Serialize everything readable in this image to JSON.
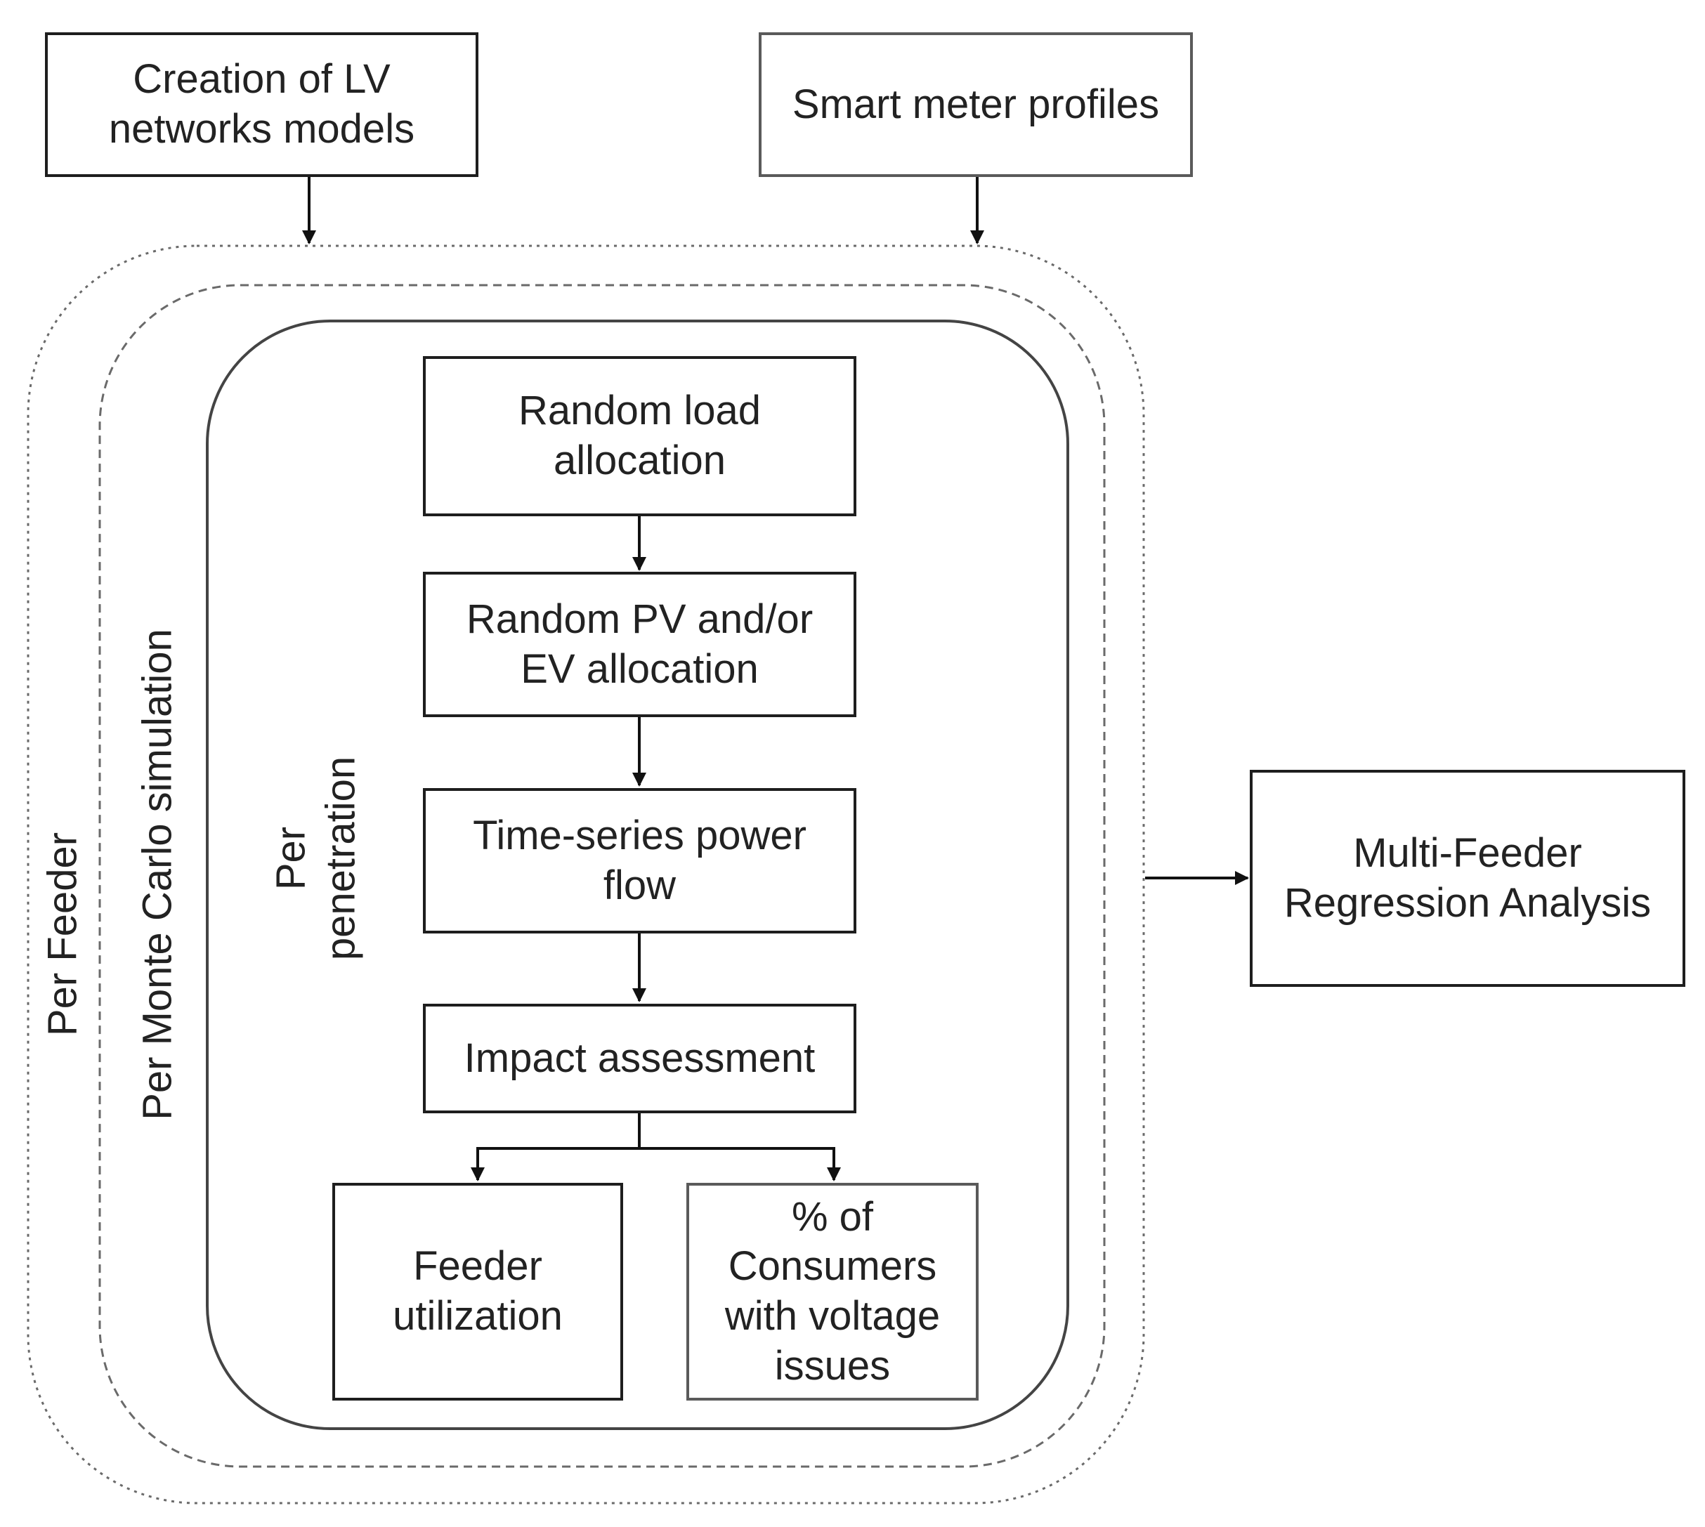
{
  "inputs": {
    "lv_models": "Creation of LV\nnetworks models",
    "smart_meter": "Smart meter profiles"
  },
  "loops": {
    "per_feeder": "Per Feeder",
    "per_monte_carlo": "Per Monte Carlo simulation",
    "per_penetration": "Per\npenetration"
  },
  "steps": {
    "load_allocation": "Random load\nallocation",
    "pv_ev_allocation": "Random PV and/or\nEV allocation",
    "power_flow": "Time-series power\nflow",
    "impact": "Impact assessment"
  },
  "outputs": {
    "feeder_utilization": "Feeder\nutilization",
    "voltage_issues": "% of\nConsumers\nwith voltage\nissues"
  },
  "result": {
    "regression": "Multi-Feeder\nRegression Analysis"
  }
}
